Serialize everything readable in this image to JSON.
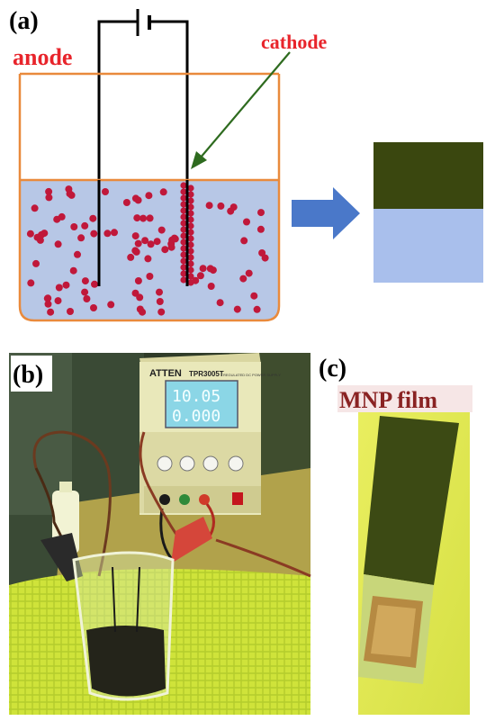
{
  "panel_a": {
    "label": "(a)",
    "anode_label": "anode",
    "cathode_label": "cathode"
  },
  "panel_b": {
    "label": "(b)",
    "psu_brand": "ATTEN",
    "psu_model": "TPR3005T",
    "psu_subtitle": "REGULATED DC POWER SUPPLY",
    "display_voltage": "10.05",
    "display_current": "0.000"
  },
  "panel_c": {
    "label": "(c)",
    "film_label": "MNP film"
  },
  "colors": {
    "annotation_red": "#e8242b",
    "beaker_orange": "#e98a3c",
    "solution_blue": "#b7c7e6",
    "particle_red": "#c0183a",
    "arrow_blue": "#4a78c9",
    "arrow_green": "#2e6b1f",
    "film_dark": "#33420b",
    "film_label_color": "#8a2323"
  }
}
